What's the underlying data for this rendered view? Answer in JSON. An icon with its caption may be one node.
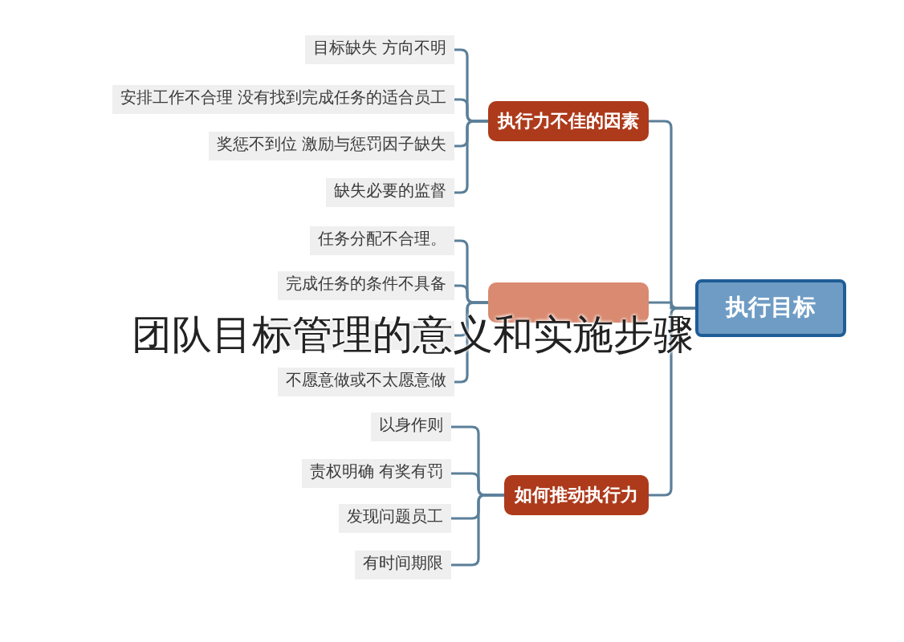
{
  "diagram": {
    "title": "团队目标管理的意义和实施步骤",
    "nodes": [
      {
        "text": [
          "执行目标"
        ]
      },
      {
        "text": [
          "执行力不佳的因素"
        ]
      },
      {
        "text": [
          "目标缺失 方向不明"
        ]
      },
      {
        "text": [
          "安排工作不合理 没有找到完成任务的适合员工"
        ]
      },
      {
        "text": [
          "奖惩不到位 激励与惩罚因子缺失"
        ]
      },
      {
        "text": [
          "缺失必要的监督"
        ]
      },
      {
        "text": [],
        "shape": "box"
      },
      {
        "text": [
          "任务分配不合理。"
        ]
      },
      {
        "text": [
          "完成任务的条件不具备"
        ]
      },
      {
        "text": [],
        "shape": "box"
      },
      {
        "text": [
          "不愿意做或不太愿意做"
        ]
      },
      {
        "text": [
          "如何推动执行力"
        ]
      },
      {
        "text": [
          "以身作则"
        ]
      },
      {
        "text": [
          "责权明确 有奖有罚"
        ]
      },
      {
        "text": [
          "发现问题员工"
        ]
      },
      {
        "text": [
          "有时间期限"
        ]
      }
    ],
    "edges": [
      {
        "from": 0,
        "to": 1,
        "arrow": "none"
      },
      {
        "from": 0,
        "to": 6,
        "arrow": "none"
      },
      {
        "from": 0,
        "to": 11,
        "arrow": "none"
      },
      {
        "from": 1,
        "to": 2,
        "arrow": "none"
      },
      {
        "from": 1,
        "to": 3,
        "arrow": "none"
      },
      {
        "from": 1,
        "to": 4,
        "arrow": "none"
      },
      {
        "from": 1,
        "to": 5,
        "arrow": "none"
      },
      {
        "from": 6,
        "to": 7,
        "arrow": "none"
      },
      {
        "from": 6,
        "to": 8,
        "arrow": "none"
      },
      {
        "from": 6,
        "to": 9,
        "arrow": "none"
      },
      {
        "from": 6,
        "to": 10,
        "arrow": "none"
      },
      {
        "from": 11,
        "to": 12,
        "arrow": "none"
      },
      {
        "from": 11,
        "to": 13,
        "arrow": "none"
      },
      {
        "from": 11,
        "to": 14,
        "arrow": "none"
      },
      {
        "from": 11,
        "to": 15,
        "arrow": "none"
      }
    ]
  }
}
